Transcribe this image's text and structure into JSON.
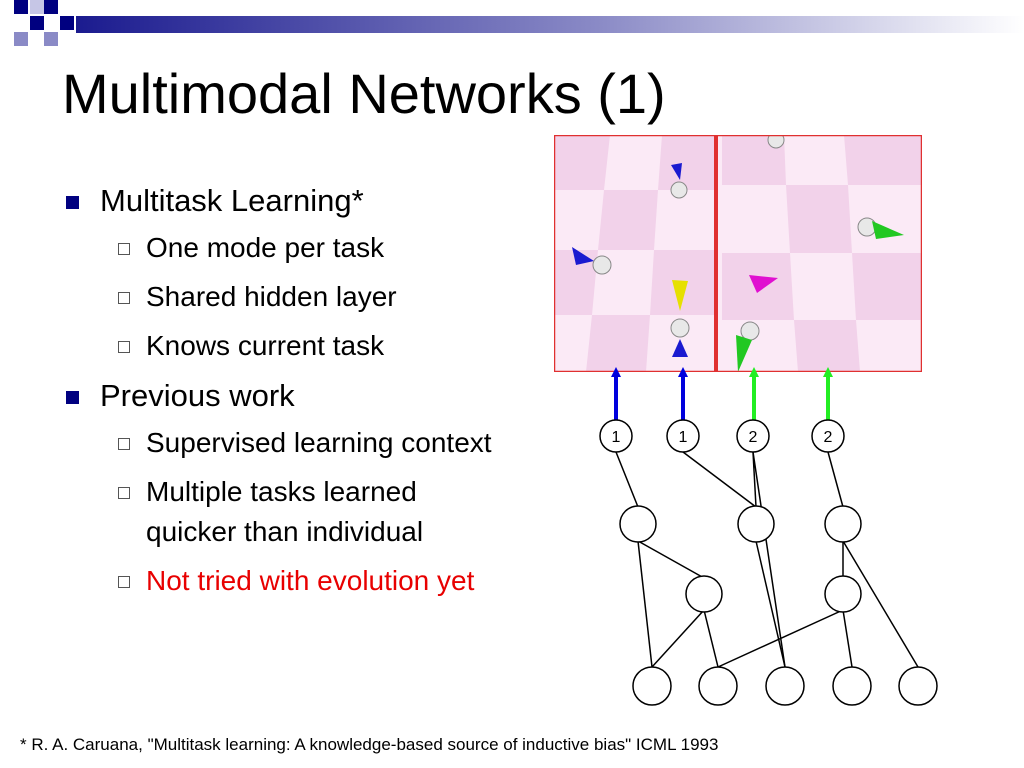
{
  "slide": {
    "title": "Multimodal Networks (1)",
    "bullets": [
      {
        "text": "Multitask Learning*",
        "sub": [
          {
            "text": "One mode per task"
          },
          {
            "text": "Shared hidden layer"
          },
          {
            "text": "Knows current task"
          }
        ]
      },
      {
        "text": "Previous work",
        "sub": [
          {
            "text": "Supervised learning context"
          },
          {
            "text": "Multiple tasks learned quicker than individual"
          },
          {
            "text": "Not tried with evolution yet",
            "color": "#e80000"
          }
        ]
      }
    ],
    "footnote": "* R. A. Caruana, \"Multitask learning: A knowledge-based source of inductive bias\" ICML 1993"
  },
  "diagram": {
    "output_labels": [
      "1",
      "1",
      "2",
      "2"
    ],
    "arrow_colors": [
      "#0000dd",
      "#0000dd",
      "#22ee22",
      "#22ee22"
    ]
  },
  "colors": {
    "accent_navy": "#000080",
    "highlight_red": "#e80000",
    "scene_border": "#e03030",
    "checker_light": "#fbeaf6",
    "checker_dark": "#f2d2ea"
  },
  "icons": [
    "square-bullet-icon",
    "hollow-square-bullet-icon"
  ]
}
